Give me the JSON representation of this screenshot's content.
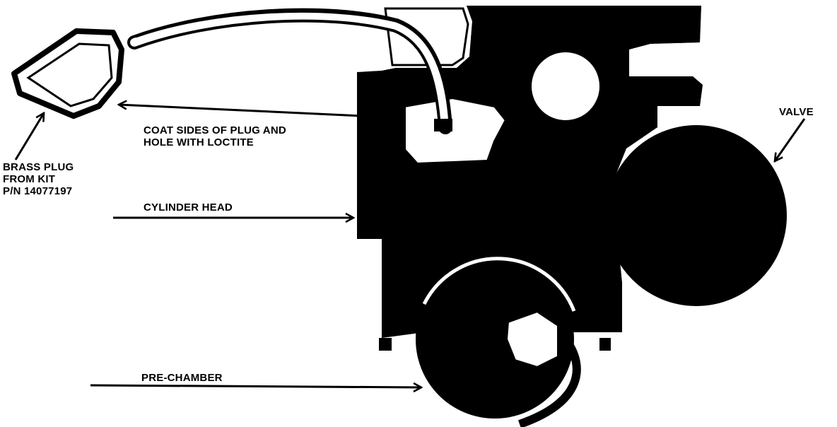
{
  "labels": {
    "coat_line1": "COAT SIDES OF PLUG AND",
    "coat_line2": "HOLE WITH LOCTITE",
    "brass_line1": "BRASS PLUG",
    "brass_line2": "FROM KIT",
    "brass_line3": "P/N 14077197",
    "cylinder_head": "CYLINDER HEAD",
    "pre_chamber": "PRE-CHAMBER",
    "valve": "VALVE"
  },
  "colors": {
    "ink": "#000000",
    "paper": "#ffffff"
  }
}
